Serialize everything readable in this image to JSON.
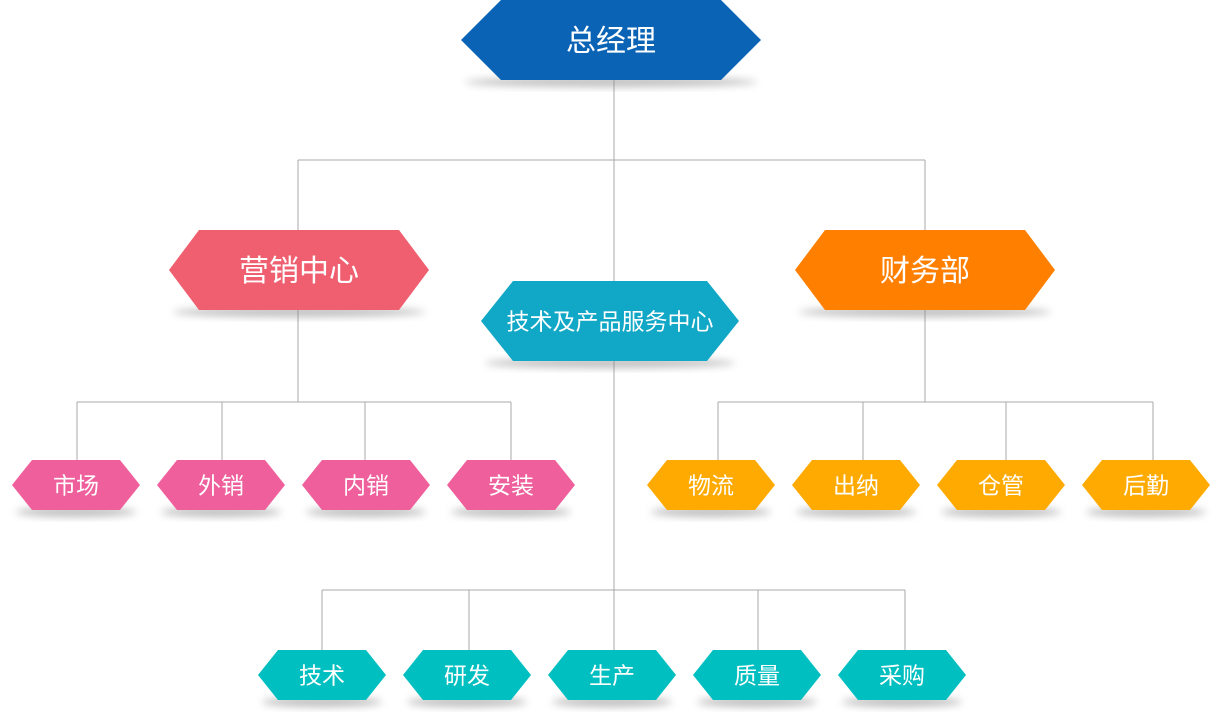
{
  "colors": {
    "root": "#0a63b5",
    "marketing": "#ef5f6f",
    "tech": "#11a7c6",
    "finance": "#ff7f00",
    "marketing_sub": "#ee5f9c",
    "finance_sub": "#ffaa00",
    "tech_sub": "#00bfc0",
    "connector": "#a8a8a8",
    "shadow": "#8a8a8a"
  },
  "org": {
    "root": "总经理",
    "departments": {
      "marketing": {
        "label": "营销中心",
        "children": [
          "市场",
          "外销",
          "内销",
          "安装"
        ]
      },
      "tech": {
        "label": "技术及产品服务中心",
        "children": [
          "技术",
          "研发",
          "生产",
          "质量",
          "采购"
        ]
      },
      "finance": {
        "label": "财务部",
        "children": [
          "物流",
          "出纳",
          "仓管",
          "后勤"
        ]
      }
    }
  }
}
